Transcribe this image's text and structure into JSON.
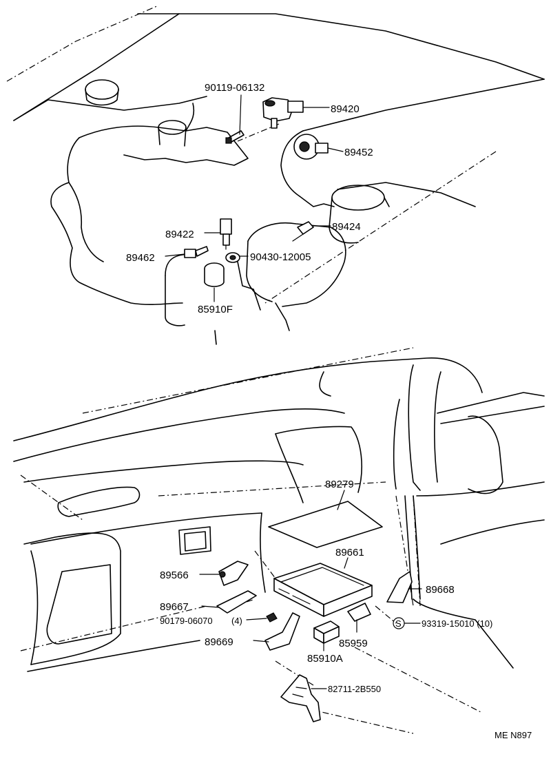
{
  "labels": {
    "p90119": "90119-06132",
    "p89420": "89420",
    "p89452": "89452",
    "p89422": "89422",
    "p89424": "89424",
    "p89462": "89462",
    "p90430": "90430-12005",
    "p85910F": "85910F",
    "p89279": "89279",
    "p89661": "89661",
    "p89566": "89566",
    "p89668": "89668",
    "p89667": "89667",
    "p90179": "90179-06070",
    "p90179_qty": "(4)",
    "s_symbol": "S",
    "p93319": "93319-15010 (10)",
    "p89669": "89669",
    "p85959": "85959",
    "p85910A": "85910A",
    "p82711": "82711-2B550",
    "ref": "ME N897"
  }
}
